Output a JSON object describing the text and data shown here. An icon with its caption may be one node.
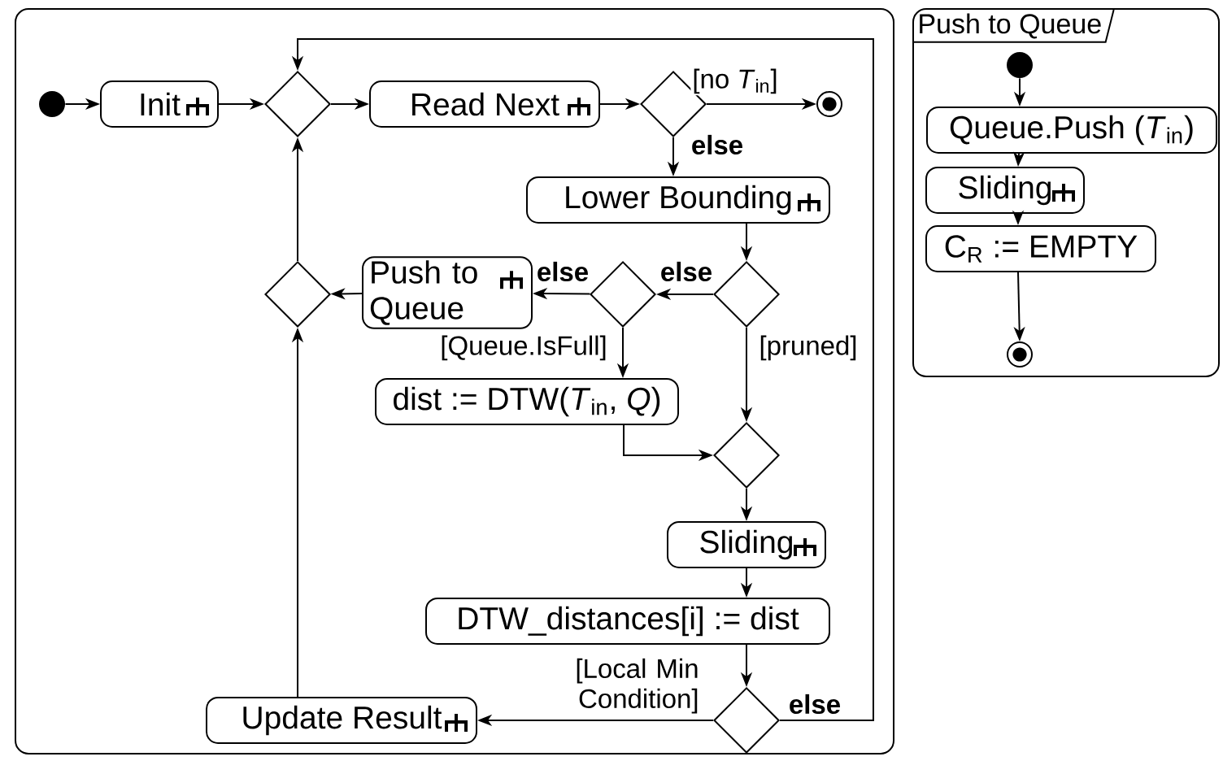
{
  "diagram": {
    "nodes": [
      {
        "text": [],
        "shape": "box"
      },
      {
        "text": [],
        "shape": "dot",
        "in": 0
      },
      {
        "text": [
          "Init"
        ],
        "in": 0
      },
      {
        "text": [],
        "shape": "diamond",
        "in": 0
      },
      {
        "text": [
          "Read Next"
        ],
        "in": 0
      },
      {
        "text": [],
        "shape": "diamond",
        "in": 0
      },
      {
        "text": [],
        "shape": "bullseye",
        "in": 0
      },
      {
        "text": [
          "Lower Bounding"
        ],
        "in": 0
      },
      {
        "text": [],
        "shape": "diamond",
        "in": 0
      },
      {
        "text": [
          "Push to Queue"
        ],
        "in": 0
      },
      {
        "text": [],
        "shape": "diamond",
        "in": 0
      },
      {
        "text": [],
        "shape": "diamond",
        "in": 0
      },
      {
        "text": [
          "dist := DTW(*T*$_{in}$, *Q*)"
        ],
        "in": 0
      },
      {
        "text": [],
        "shape": "diamond",
        "in": 0
      },
      {
        "text": [
          "Sliding"
        ],
        "in": 0
      },
      {
        "text": [
          "DTW_distances[i] := dist"
        ],
        "in": 0
      },
      {
        "text": [
          "Update Result"
        ],
        "in": 0
      },
      {
        "text": [],
        "shape": "diamond",
        "in": 0
      },
      {
        "text": [
          "Push to Queue"
        ]
      },
      {
        "text": [],
        "shape": "dot",
        "in": 18
      },
      {
        "text": [
          "Queue.Push (*T*$_{in}$)"
        ],
        "in": 18
      },
      {
        "text": [
          "Sliding"
        ],
        "in": 18
      },
      {
        "text": [
          "C$_{R}$ := EMPTY"
        ],
        "in": 18
      },
      {
        "text": [],
        "shape": "bullseye",
        "in": 18
      }
    ],
    "edges": [
      {
        "from": 1,
        "to": 2,
        "arrow": "to"
      },
      {
        "from": 2,
        "to": 3,
        "arrow": "to"
      },
      {
        "from": 3,
        "to": 4,
        "arrow": "to"
      },
      {
        "from": 4,
        "to": 5,
        "arrow": "to"
      },
      {
        "from": 5,
        "to": 6,
        "arrow": "to",
        "label": "[no *T*$_{in}$]"
      },
      {
        "from": 5,
        "to": 7,
        "arrow": "to",
        "label": "else"
      },
      {
        "from": 7,
        "to": 11,
        "arrow": "to"
      },
      {
        "from": 11,
        "to": 10,
        "arrow": "to",
        "label": "else"
      },
      {
        "from": 10,
        "to": 9,
        "arrow": "to",
        "label": "else"
      },
      {
        "from": 9,
        "to": 8,
        "arrow": "to"
      },
      {
        "from": 10,
        "to": 12,
        "arrow": "to",
        "label": "[Queue.IsFull]"
      },
      {
        "from": 11,
        "to": 13,
        "arrow": "to",
        "label": "[pruned]"
      },
      {
        "from": 12,
        "to": 13,
        "arrow": "to"
      },
      {
        "from": 13,
        "to": 14,
        "arrow": "to"
      },
      {
        "from": 14,
        "to": 15,
        "arrow": "to"
      },
      {
        "from": 15,
        "to": 17,
        "arrow": "to"
      },
      {
        "from": 17,
        "to": 16,
        "arrow": "to",
        "label": "[Local Min Condition]"
      },
      {
        "from": 17,
        "to": 3,
        "arrow": "to",
        "label": "else"
      },
      {
        "from": 16,
        "to": 8,
        "arrow": "to"
      },
      {
        "from": 8,
        "to": 3,
        "arrow": "to"
      },
      {
        "from": 19,
        "to": 20,
        "arrow": "to"
      },
      {
        "from": 20,
        "to": 21,
        "arrow": "to"
      },
      {
        "from": 21,
        "to": 22,
        "arrow": "to"
      },
      {
        "from": 22,
        "to": 23,
        "arrow": "to"
      }
    ]
  }
}
